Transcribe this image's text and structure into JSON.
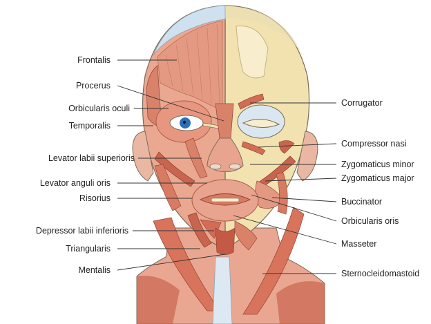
{
  "labels": {
    "frontalis": "Frontalis",
    "procerus": "Procerus",
    "orbicularis_oculi": "Orbicularis oculi",
    "temporalis": "Temporalis",
    "levator_labii_superioris": "Levator labii superioris",
    "levator_anguli_oris": "Levator anguli oris",
    "risorius": "Risorius",
    "depressor_labii_inferioris": "Depressor labii inferioris",
    "triangularis": "Triangularis",
    "mentalis": "Mentalis",
    "corrugator": "Corrugator",
    "compressor_nasi": "Compressor nasi",
    "zygomaticus_minor": "Zygomaticus minor",
    "zygomaticus_major": "Zygomaticus major",
    "buccinator": "Buccinator",
    "orbicularis_oris": "Orbicularis oris",
    "masseter": "Masseter",
    "sternocleidomastoid": "Sternocleidomastoid"
  },
  "colors": {
    "muscle": "#e8a48e",
    "muscle_dark": "#c9644e",
    "muscle_light": "#f2c3b1",
    "bone": "#f1e2b0",
    "bone_light": "#f8eecd",
    "skull_blue": "#cfe0ee",
    "iris": "#2d6fb5",
    "outline": "#7a6b5a"
  }
}
